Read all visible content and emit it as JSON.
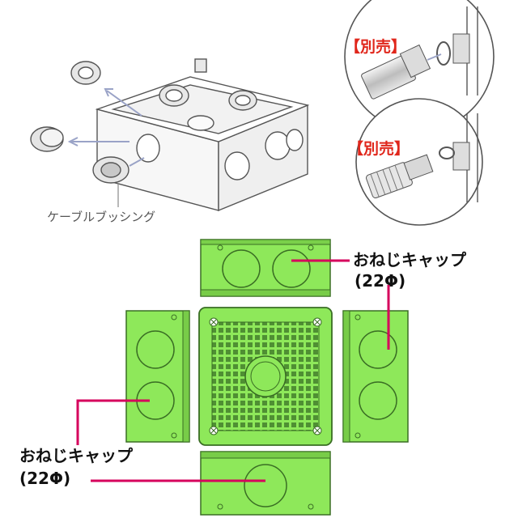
{
  "labels": {
    "sold_separately_top": "【別売】",
    "sold_separately_bottom": "【別売】",
    "cable_bushing": "ケーブルブッシング",
    "screw_cap_right": "おねじキャップ",
    "screw_cap_right_size": "(22Φ)",
    "screw_cap_left": "おねじキャップ",
    "screw_cap_left_size": "(22Φ)"
  },
  "colors": {
    "green_panel": "#8ee85a",
    "green_grid": "#5aa83a",
    "leader_line": "#d6005c",
    "sold_separately": "#e0261b"
  }
}
